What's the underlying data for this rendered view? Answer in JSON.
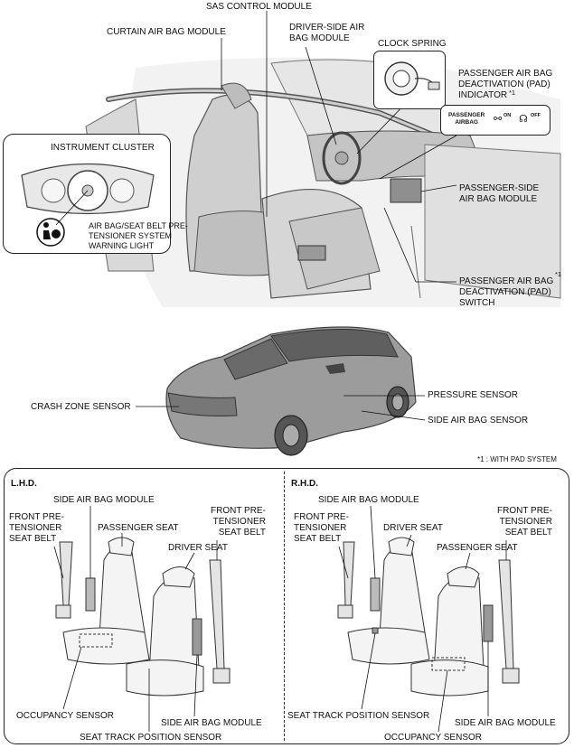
{
  "interior": {
    "sas_control_module": "SAS CONTROL MODULE",
    "curtain_air_bag_module": "CURTAIN AIR BAG MODULE",
    "driver_side_air_bag_module": "DRIVER-SIDE AIR\nBAG MODULE",
    "clock_spring": "CLOCK SPRING",
    "pad_indicator": "PASSENGER AIR BAG\nDEACTIVATION (PAD)\nINDICATOR",
    "pad_indicator_note": "*1",
    "passenger_side_air_bag_module": "PASSENGER-SIDE\nAIR BAG MODULE",
    "instrument_cluster": "INSTRUMENT CLUSTER",
    "warning_light": "AIR BAG/SEAT BELT PRE-\nTENSIONER SYSTEM\nWARNING LIGHT",
    "pad_switch": "PASSENGER AIR BAG\nDEACTIVATION (PAD)\nSWITCH",
    "pad_switch_note": "*1",
    "pad_panel": {
      "passenger_airbag": "PASSENGER\nAIRBAG",
      "on": "ON",
      "off": "OFF"
    }
  },
  "exterior": {
    "crash_zone_sensor": "CRASH ZONE SENSOR",
    "pressure_sensor": "PRESSURE SENSOR",
    "side_air_bag_sensor": "SIDE AIR BAG SENSOR",
    "footnote": "*1 : WITH PAD SYSTEM"
  },
  "lhd": {
    "heading": "L.H.D.",
    "side_air_bag_module_top": "SIDE AIR BAG MODULE",
    "front_pretensioner_left": "FRONT PRE-\nTENSIONER\nSEAT BELT",
    "passenger_seat": "PASSENGER SEAT",
    "driver_seat": "DRIVER SEAT",
    "front_pretensioner_right": "FRONT PRE-\nTENSIONER\nSEAT BELT",
    "occupancy_sensor": "OCCUPANCY SENSOR",
    "side_air_bag_module_bottom": "SIDE AIR BAG MODULE",
    "seat_track_position_sensor": "SEAT TRACK POSITION SENSOR"
  },
  "rhd": {
    "heading": "R.H.D.",
    "side_air_bag_module_top": "SIDE AIR BAG MODULE",
    "front_pretensioner_left": "FRONT PRE-\nTENSIONER\nSEAT BELT",
    "driver_seat": "DRIVER SEAT",
    "passenger_seat": "PASSENGER SEAT",
    "front_pretensioner_right": "FRONT PRE-\nTENSIONER\nSEAT BELT",
    "seat_track_position_sensor": "SEAT TRACK POSITION SENSOR",
    "side_air_bag_module_bottom": "SIDE AIR BAG MODULE",
    "occupancy_sensor": "OCCUPANCY SENSOR"
  }
}
